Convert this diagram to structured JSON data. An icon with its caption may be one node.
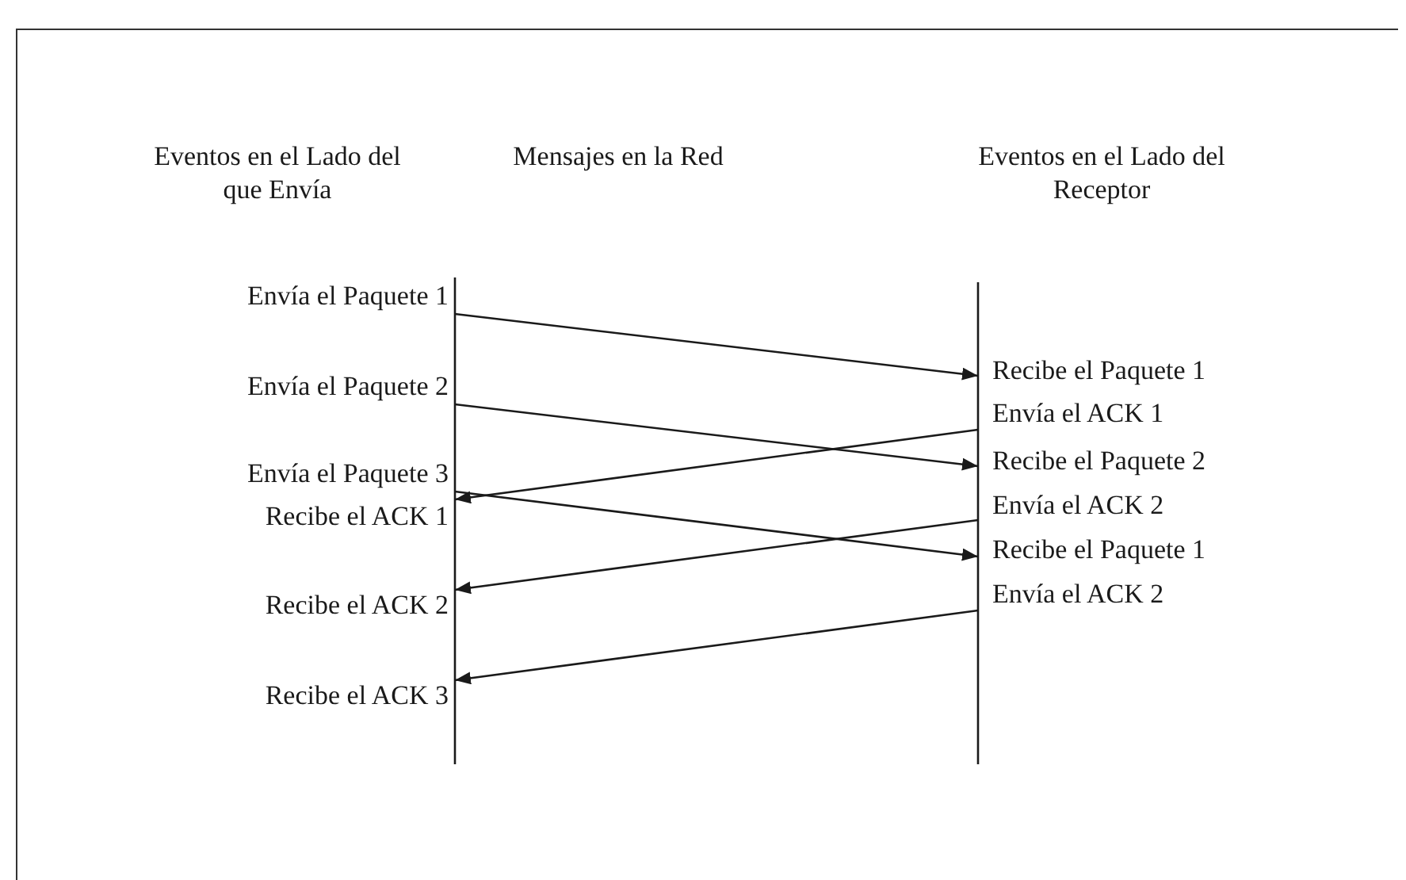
{
  "diagram": {
    "nodes": [
      {
        "text": [
          "Envía el Paquete 1"
        ]
      },
      {
        "text": [
          "Envía el Paquete 2"
        ]
      },
      {
        "text": [
          "Envía el Paquete 3"
        ]
      },
      {
        "text": [
          "Recibe el ACK 1"
        ]
      },
      {
        "text": [
          "Recibe el ACK 2"
        ]
      },
      {
        "text": [
          "Recibe el ACK 3"
        ]
      },
      {
        "text": [
          "Recibe el Paquete 1"
        ]
      },
      {
        "text": [
          "Envía el ACK 1"
        ]
      },
      {
        "text": [
          "Recibe el Paquete 2"
        ]
      },
      {
        "text": [
          "Envía el ACK 2"
        ]
      },
      {
        "text": [
          "Recibe el Paquete 1"
        ]
      },
      {
        "text": [
          "Envía el ACK 2"
        ]
      }
    ],
    "edges": [
      {
        "from": 0,
        "to": 6,
        "arrow": "to"
      },
      {
        "from": 1,
        "to": 8,
        "arrow": "to"
      },
      {
        "from": 7,
        "to": 3,
        "arrow": "to"
      },
      {
        "from": 2,
        "to": 10,
        "arrow": "to"
      },
      {
        "from": 9,
        "to": 4,
        "arrow": "to"
      },
      {
        "from": 11,
        "to": 5,
        "arrow": "to"
      }
    ],
    "labels": [
      "Eventos en el Lado del que Envía",
      "Mensajes en la Red",
      "Eventos en el Lado del Receptor"
    ]
  }
}
